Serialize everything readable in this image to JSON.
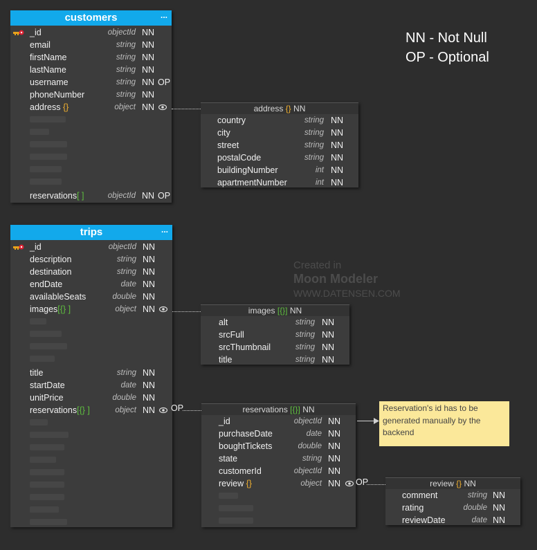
{
  "legend": {
    "nn": "NN - Not Null",
    "op": "OP - Optional"
  },
  "watermark": {
    "line1": "Created in",
    "line2": "Moon Modeler",
    "line3": "WWW.DATENSEN.COM"
  },
  "customers": {
    "title": "customers",
    "menu": "...",
    "rows": [
      {
        "name": "_id",
        "type": "objectId",
        "nn": "NN"
      },
      {
        "name": "email",
        "type": "string",
        "nn": "NN"
      },
      {
        "name": "firstName",
        "type": "string",
        "nn": "NN"
      },
      {
        "name": "lastName",
        "type": "string",
        "nn": "NN"
      },
      {
        "name": "username",
        "type": "string",
        "nn": "NN",
        "op": "OP"
      },
      {
        "name": "phoneNumber",
        "type": "string",
        "nn": "NN"
      },
      {
        "name": "address",
        "bracket": "{}",
        "type": "object",
        "nn": "NN"
      },
      {
        "name": "reservations",
        "bracket": "[ ]",
        "type": "objectId",
        "nn": "NN",
        "op": "OP"
      }
    ]
  },
  "address": {
    "title": "address",
    "bracket": "{}",
    "nn": "NN",
    "rows": [
      {
        "name": "country",
        "type": "string",
        "nn": "NN"
      },
      {
        "name": "city",
        "type": "string",
        "nn": "NN"
      },
      {
        "name": "street",
        "type": "string",
        "nn": "NN"
      },
      {
        "name": "postalCode",
        "type": "string",
        "nn": "NN"
      },
      {
        "name": "buildingNumber",
        "type": "int",
        "nn": "NN"
      },
      {
        "name": "apartmentNumber",
        "type": "int",
        "nn": "NN"
      }
    ]
  },
  "trips": {
    "title": "trips",
    "menu": "...",
    "rows": [
      {
        "name": "_id",
        "type": "objectId",
        "nn": "NN"
      },
      {
        "name": "description",
        "type": "string",
        "nn": "NN"
      },
      {
        "name": "destination",
        "type": "string",
        "nn": "NN"
      },
      {
        "name": "endDate",
        "type": "date",
        "nn": "NN"
      },
      {
        "name": "availableSeats",
        "type": "double",
        "nn": "NN"
      },
      {
        "name": "images",
        "bracket": "[{} ]",
        "type": "object",
        "nn": "NN"
      },
      {
        "name": "title",
        "type": "string",
        "nn": "NN"
      },
      {
        "name": "startDate",
        "type": "date",
        "nn": "NN"
      },
      {
        "name": "unitPrice",
        "type": "double",
        "nn": "NN"
      },
      {
        "name": "reservations",
        "bracket": "[{} ]",
        "type": "object",
        "nn": "NN",
        "op": "OP"
      }
    ]
  },
  "images": {
    "title": "images",
    "bracket": "[{}]",
    "nn": "NN",
    "rows": [
      {
        "name": "alt",
        "type": "string",
        "nn": "NN"
      },
      {
        "name": "srcFull",
        "type": "string",
        "nn": "NN"
      },
      {
        "name": "srcThumbnail",
        "type": "string",
        "nn": "NN"
      },
      {
        "name": "title",
        "type": "string",
        "nn": "NN"
      }
    ]
  },
  "reservations": {
    "title": "reservations",
    "bracket": "[{}]",
    "nn": "NN",
    "rows": [
      {
        "name": "_id",
        "type": "objectId",
        "nn": "NN"
      },
      {
        "name": "purchaseDate",
        "type": "date",
        "nn": "NN"
      },
      {
        "name": "boughtTickets",
        "type": "double",
        "nn": "NN"
      },
      {
        "name": "state",
        "type": "string",
        "nn": "NN"
      },
      {
        "name": "customerId",
        "type": "objectId",
        "nn": "NN"
      },
      {
        "name": "review",
        "bracket": "{}",
        "type": "object",
        "nn": "NN",
        "op": "OP"
      }
    ]
  },
  "review": {
    "title": "review",
    "bracket": "{}",
    "nn": "NN",
    "rows": [
      {
        "name": "comment",
        "type": "string",
        "nn": "NN"
      },
      {
        "name": "rating",
        "type": "double",
        "nn": "NN"
      },
      {
        "name": "reviewDate",
        "type": "date",
        "nn": "NN"
      }
    ]
  },
  "note": {
    "text": "Reservation's id has to be generated manually by the backend"
  },
  "colors": {
    "header": "#12a9eb",
    "key": "#e8a21b",
    "bracket_object": "#f0b030",
    "bracket_array": "#5fbf3f",
    "note": "#fbe89a"
  }
}
